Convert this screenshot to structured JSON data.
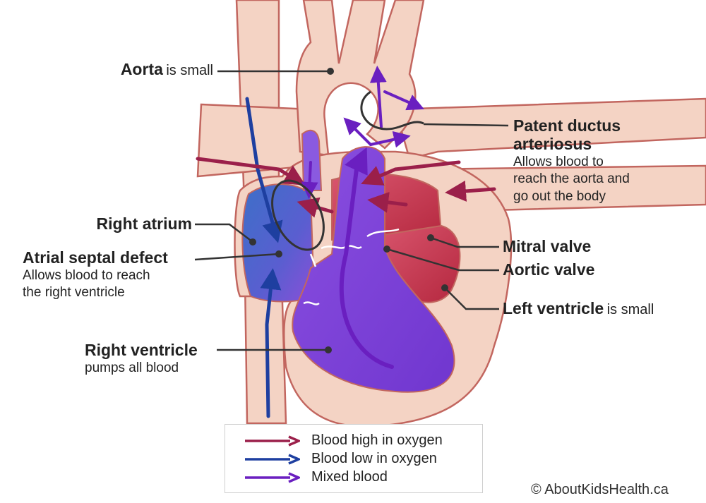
{
  "labels": {
    "aorta": {
      "title": "Aorta",
      "suffix": "is small"
    },
    "pda": {
      "title_line1": "Patent ductus",
      "title_line2": "arteriosus",
      "desc_line1": "Allows blood to",
      "desc_line2": "reach the aorta and",
      "desc_line3": "go out the body"
    },
    "right_atrium": {
      "title": "Right atrium"
    },
    "asd": {
      "title": "Atrial septal defect",
      "desc_line1": "Allows blood to reach",
      "desc_line2": "the right ventricle"
    },
    "mitral_valve": {
      "title": "Mitral valve"
    },
    "aortic_valve": {
      "title": "Aortic valve"
    },
    "left_ventricle": {
      "title": "Left ventricle",
      "suffix": "is small"
    },
    "right_ventricle": {
      "title": "Right ventricle",
      "desc": "pumps all blood"
    }
  },
  "legend": [
    {
      "label": "Blood high in oxygen",
      "color": "#9b1f4a"
    },
    {
      "label": "Blood low in oxygen",
      "color": "#1e3fa0"
    },
    {
      "label": "Mixed blood",
      "color": "#6a1fc0"
    }
  ],
  "copyright": "© AboutKidsHealth.ca",
  "colors": {
    "tissue": "#f4d3c4",
    "tissue_outline": "#c2665f",
    "oxygen_rich": "#c0314f",
    "oxygen_poor": "#3d6fc8",
    "mixed": "#7a3fd6",
    "leader_line": "#333333"
  }
}
